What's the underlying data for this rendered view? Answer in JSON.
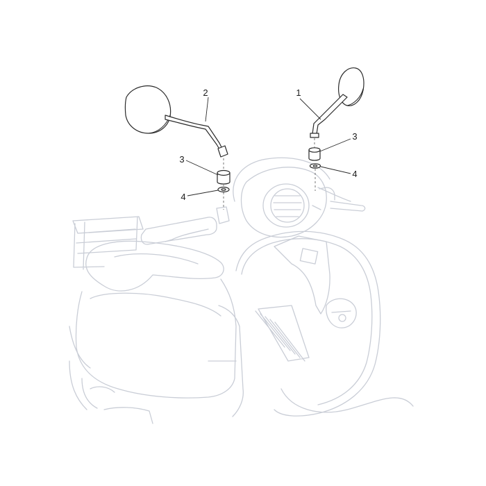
{
  "callouts": {
    "right_mirror": "1",
    "left_mirror": "2",
    "left_adapter": "3",
    "right_adapter": "3",
    "left_washer": "4",
    "right_washer": "4"
  },
  "colors": {
    "part_stroke": "#2a2a2a",
    "ghost_stroke": "#c9cdd6",
    "background": "#ffffff"
  }
}
